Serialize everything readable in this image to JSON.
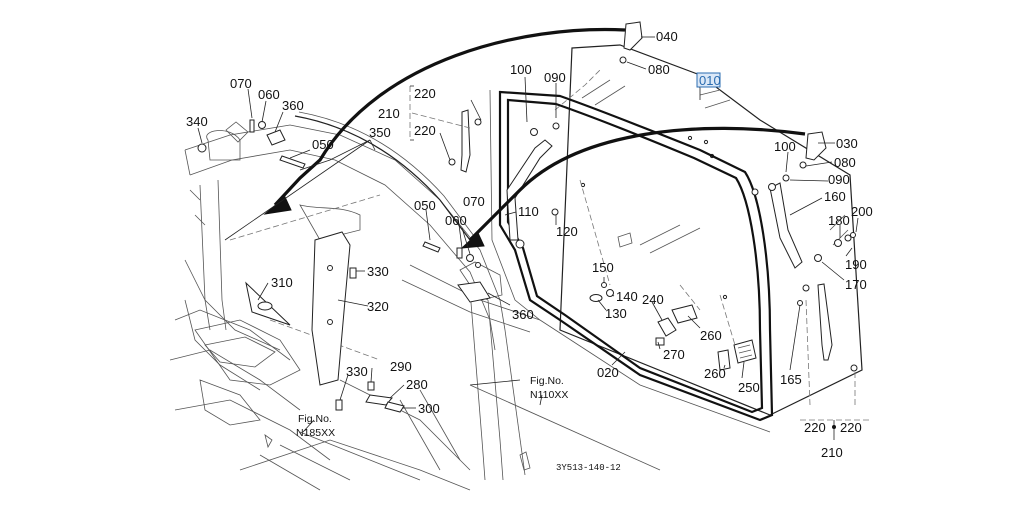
{
  "diagram": {
    "doc_code": "3Y513-140-12",
    "fig_refs": [
      {
        "prefix": "Fig.No.",
        "code": "N110XX"
      },
      {
        "prefix": "Fig.No.",
        "code": "N185XX"
      }
    ],
    "highlighted_part": "010",
    "highlight_color": "#2b6cb0",
    "callouts": {
      "p040": "040",
      "p080a": "080",
      "p010": "010",
      "p100a": "100",
      "p090a": "090",
      "p030": "030",
      "p080b": "080",
      "p090b": "090",
      "p100b": "100",
      "p160": "160",
      "p180": "180",
      "p200": "200",
      "p190": "190",
      "p170": "170",
      "p220a": "220",
      "p220b": "220",
      "p210a": "210",
      "p070a": "070",
      "p060a": "060",
      "p360a": "360",
      "p340": "340",
      "p350": "350",
      "p050a": "050",
      "p050b": "050",
      "p070b": "070",
      "p060b": "060",
      "p110": "110",
      "p120": "120",
      "p330a": "330",
      "p310": "310",
      "p320": "320",
      "p360b": "360",
      "p330b": "330",
      "p290": "290",
      "p280": "280",
      "p300": "300",
      "p150": "150",
      "p140": "140",
      "p130": "130",
      "p240": "240",
      "p260a": "260",
      "p270": "270",
      "p260b": "260",
      "p250": "250",
      "p020": "020",
      "p165": "165",
      "p220c": "220",
      "p220d": "220",
      "p210b": "210"
    }
  }
}
